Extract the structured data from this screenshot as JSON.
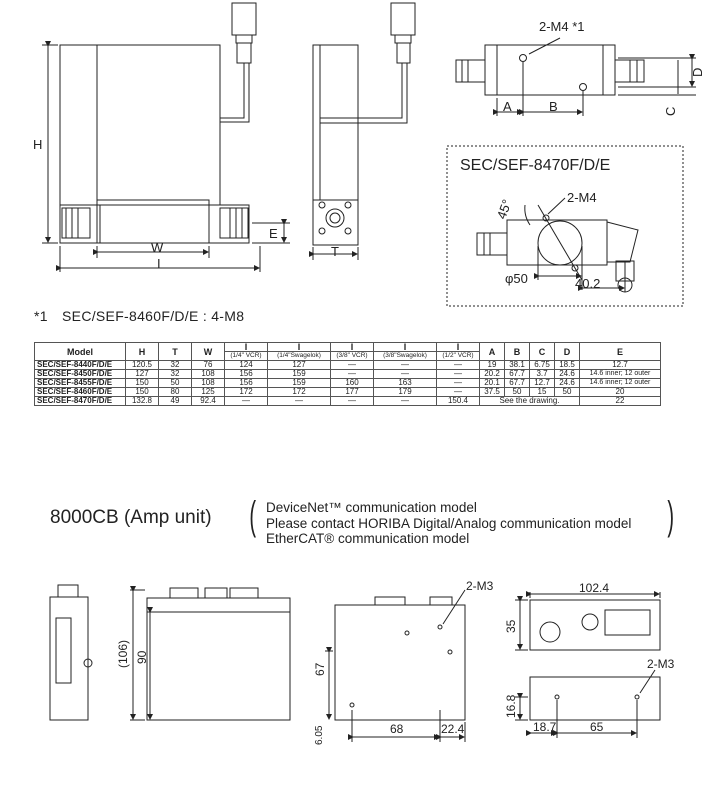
{
  "labels": {
    "H": "H",
    "W": "W",
    "I": "I",
    "E": "E",
    "T": "T",
    "A": "A",
    "B": "B",
    "C": "C",
    "D": "D",
    "m4_star": "2-M4 *1",
    "m4": "2-M4",
    "angle": "45°",
    "phi": "φ50",
    "dim_40": "40.2"
  },
  "model_box_title": "SEC/SEF-8470F/D/E",
  "footnote": {
    "mark": "*1",
    "text": "SEC/SEF-8460F/D/E : 4-M8"
  },
  "table": {
    "headers": [
      "Model",
      "H",
      "T",
      "W",
      "I",
      "I",
      "I",
      "I",
      "I",
      "A",
      "B",
      "C",
      "D",
      "E"
    ],
    "subheaders": [
      "",
      "",
      "",
      "",
      "(1/4\" VCR)",
      "(1/4\"Swagelok)",
      "(3/8\" VCR)",
      "(3/8\"Swagelok)",
      "(1/2\" VCR)",
      "",
      "",
      "",
      "",
      ""
    ],
    "rows": [
      [
        "SEC/SEF-8440F/D/E",
        "120.5",
        "32",
        "76",
        "124",
        "127",
        "—",
        "—",
        "—",
        "19",
        "38.1",
        "6.75",
        "18.5",
        "12.7"
      ],
      [
        "SEC/SEF-8450F/D/E",
        "127",
        "32",
        "108",
        "156",
        "159",
        "—",
        "—",
        "—",
        "20.2",
        "67.7",
        "3.7",
        "24.6",
        "14.6 inner; 12 outer"
      ],
      [
        "SEC/SEF-8455F/D/E",
        "150",
        "50",
        "108",
        "156",
        "159",
        "160",
        "163",
        "—",
        "20.1",
        "67.7",
        "12.7",
        "24.6",
        "14.6 inner; 12 outer"
      ],
      [
        "SEC/SEF-8460F/D/E",
        "150",
        "80",
        "125",
        "172",
        "172",
        "177",
        "179",
        "—",
        "37.5",
        "50",
        "15",
        "50",
        "20"
      ],
      [
        "SEC/SEF-8470F/D/E",
        "132.8",
        "49",
        "92.4",
        "—",
        "—",
        "—",
        "—",
        "150.4",
        "See the drawing.",
        "22"
      ]
    ]
  },
  "amp_title": "8000CB (Amp unit)",
  "comm_lines": [
    "DeviceNet™ communication model",
    "Please contact HORIBA Digital/Analog communication model",
    "EtherCAT® communication model"
  ],
  "amp_labels": {
    "m3_a": "2-M3",
    "m3_b": "2-M3",
    "d1024": "102.4",
    "d35": "35",
    "d106": "(106)",
    "d90": "90",
    "d67": "67",
    "d605": "6.05",
    "d68": "68",
    "d224": "22.4",
    "d168": "16.8",
    "d187": "18.7",
    "d65": "65"
  }
}
